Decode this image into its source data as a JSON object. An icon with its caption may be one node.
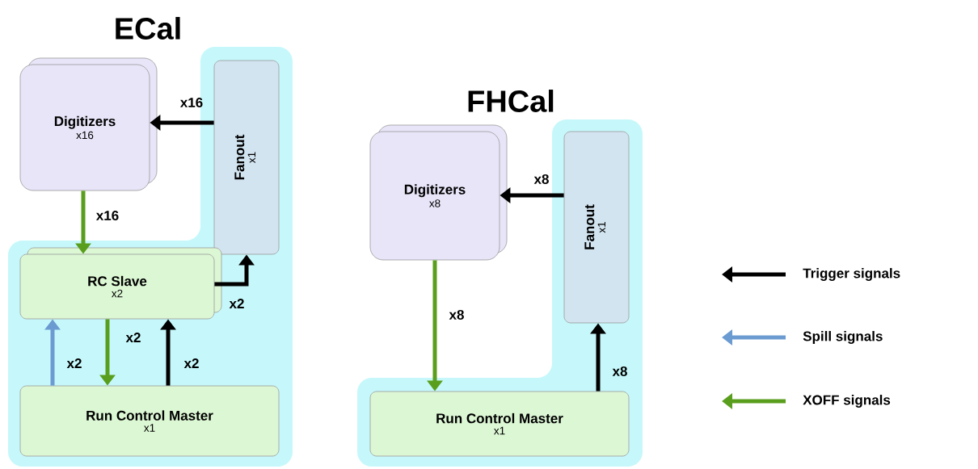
{
  "diagram": {
    "nodes": [
      {
        "text": [
          "Digitizers",
          "x16"
        ]
      },
      {
        "text": [
          "Fanout",
          "x1"
        ]
      },
      {
        "text": [
          "RC Slave",
          "x2"
        ]
      },
      {
        "text": [
          "Run Control Master",
          "x1"
        ]
      },
      {
        "text": [
          "Digitizers",
          "x8"
        ]
      },
      {
        "text": [
          "Fanout",
          "x1"
        ]
      },
      {
        "text": [
          "Run Control Master",
          "x1"
        ]
      }
    ],
    "edges": [
      {
        "from": 1,
        "to": 0,
        "arrow": "to",
        "label": "x16"
      },
      {
        "from": 0,
        "to": 2,
        "arrow": "to",
        "label": "x16",
        "color": "#5a9e1e"
      },
      {
        "from": 2,
        "to": 1,
        "arrow": "to",
        "label": "x2"
      },
      {
        "from": 3,
        "to": 2,
        "arrow": "to",
        "label": "x2",
        "color": "#6b9bd1"
      },
      {
        "from": 2,
        "to": 3,
        "arrow": "to",
        "label": "x2",
        "color": "#5a9e1e"
      },
      {
        "from": 3,
        "to": 2,
        "arrow": "to",
        "label": "x2"
      },
      {
        "from": 5,
        "to": 4,
        "arrow": "to",
        "label": "x8"
      },
      {
        "from": 4,
        "to": 6,
        "arrow": "to",
        "label": "x8",
        "color": "#5a9e1e"
      },
      {
        "from": 6,
        "to": 5,
        "arrow": "to",
        "label": "x8"
      }
    ],
    "labels": [
      "ECal",
      "FHCal"
    ],
    "legend": [
      {
        "text": "Trigger signals"
      },
      {
        "text": "Spill signals"
      },
      {
        "text": "XOFF signals"
      }
    ]
  }
}
